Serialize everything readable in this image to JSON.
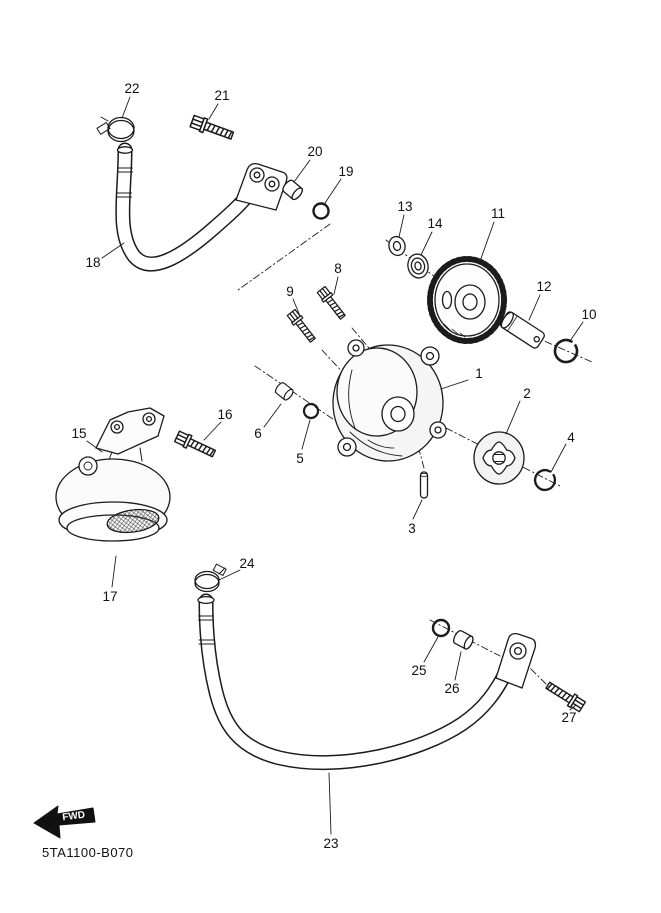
{
  "diagram": {
    "code": "5TA1100-B070",
    "fwd_label": "FWD",
    "callouts": {
      "c1": "1",
      "c2": "2",
      "c3": "3",
      "c4": "4",
      "c5": "5",
      "c6": "6",
      "c8": "8",
      "c9": "9",
      "c10": "10",
      "c11": "11",
      "c12": "12",
      "c13": "13",
      "c14": "14",
      "c15": "15",
      "c16": "16",
      "c17": "17",
      "c18": "18",
      "c19": "19",
      "c20": "20",
      "c21": "21",
      "c22": "22",
      "c23": "23",
      "c24": "24",
      "c25": "25",
      "c26": "26",
      "c27": "27"
    }
  }
}
